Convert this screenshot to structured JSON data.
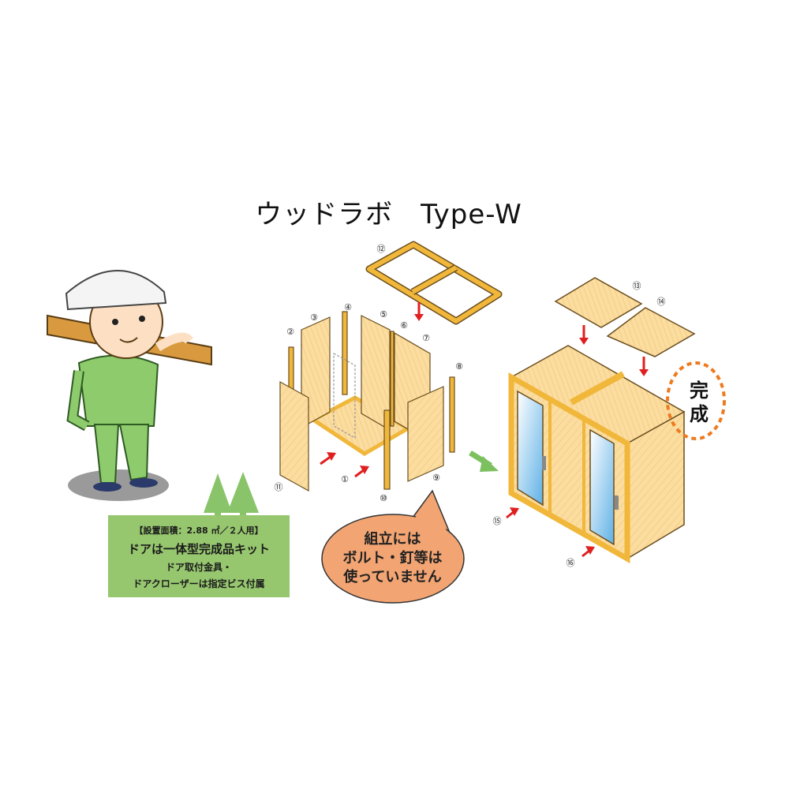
{
  "title": "ウッドラボ　Type-W",
  "part_numbers": [
    "①",
    "②",
    "③",
    "④",
    "⑤",
    "⑥",
    "⑦",
    "⑧",
    "⑨",
    "⑩",
    "⑪",
    "⑫",
    "⑬",
    "⑭",
    "⑮",
    "⑯"
  ],
  "info_box": {
    "area": "【設置面積：2.88 ㎡／２人用】",
    "door_kit": "ドアは一体型完成品キット",
    "hardware_1": "ドア取付金具・",
    "hardware_2": "ドアクローザーは指定ビス付属"
  },
  "speech_bubble": {
    "line1": "組立には",
    "line2": "ボルト・釘等は",
    "line3": "使っていません"
  },
  "complete_label": {
    "line1": "完",
    "line2": "成"
  },
  "colors": {
    "wood": "#fbdda0",
    "frame": "#f0b73a",
    "outline": "#6b4e1e",
    "arrow_red": "#e02020",
    "arrow_green": "#7cc060",
    "info_green": "#96c66e",
    "bubble": "#f2a472",
    "dash_orange": "#ee7a1e"
  }
}
